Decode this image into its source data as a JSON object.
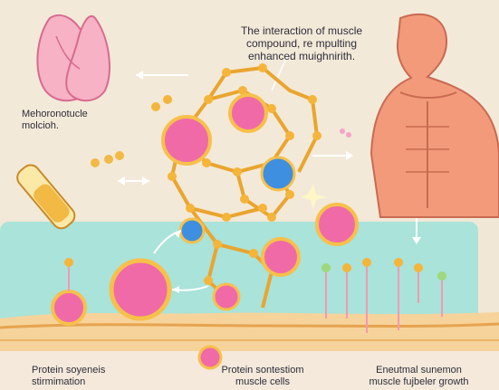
{
  "title_line1": "The interaction of muscle",
  "title_line2": "compound, re mpulting",
  "title_line3": "enhanced muighnirith.",
  "left_label_line1": "Mehoronotucle",
  "left_label_line2": "molcioh.",
  "bottom_label_left_line1": "Protein soyeneis",
  "bottom_label_left_line2": "stirmimation",
  "bottom_label_mid_line1": "Protein sontestiom",
  "bottom_label_mid_line2": "muscle cells",
  "bottom_label_right_line1": "Eneutmal sunemon",
  "bottom_label_right_line2": "muscle fujbeler growth",
  "colors": {
    "background": "#f3e9d8",
    "frame": "#4a4650",
    "cell_pink": "#f06aa8",
    "cell_ring": "#f7c04a",
    "network": "#e9a52f",
    "blue_node": "#3f8fe0",
    "teal_band": "#a9e3da",
    "muscle": "#f29a7a",
    "bottom_band": "#f3c37a"
  }
}
